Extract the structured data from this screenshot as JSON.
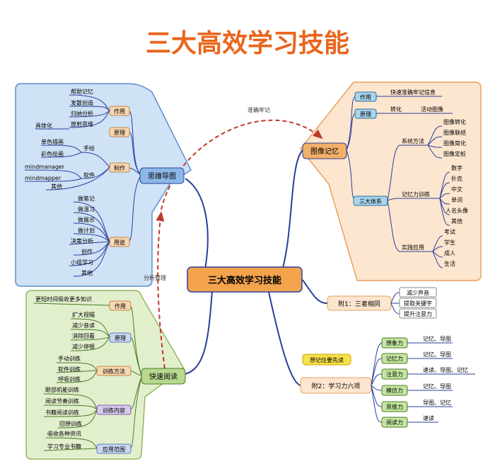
{
  "title": "三大高效学习技能",
  "center": "三大高效学习技能",
  "colors": {
    "title": "#e8661c",
    "center_fill": "#f3a34c",
    "blue_region": "#cfe2f6",
    "blue_border": "#5b8fcf",
    "orange_region": "#fde6cf",
    "orange_border": "#e8a05c",
    "green_region": "#e2efcd",
    "green_border": "#8fb85c",
    "dashed_arrow": "#c0392b",
    "blue_line": "#2b3f9b",
    "green_line": "#4b7b24"
  },
  "mindmap": {
    "label": "思维导图",
    "zuoyong": {
      "tag": "作用",
      "items": [
        "帮助记忆",
        "发散创造",
        "归纳分析",
        "放射思维"
      ]
    },
    "yuanli": {
      "tag": "原理",
      "items": [
        "具体化"
      ]
    },
    "zhizuo": {
      "tag": "制作",
      "shouhui": "手绘",
      "shouhui_items": [
        "单色描画",
        "彩色绘画"
      ],
      "ruanjian": "软件",
      "ruanjian_items": [
        "mindmanager",
        "mindmapper"
      ],
      "other": "其他"
    },
    "yongtu": {
      "tag": "用途",
      "items": [
        "做笔记",
        "做温习",
        "做展示",
        "做计划",
        "决策分析",
        "创作",
        "小组学习",
        "其他"
      ]
    }
  },
  "imagemem": {
    "label": "图像记忆",
    "zuoyong": {
      "tag": "作用",
      "text": "快速准确牢记信息"
    },
    "yuanli": {
      "tag": "原理",
      "a": "转化",
      "b": "活动图像"
    },
    "tixi": {
      "tag": "三大体系",
      "xitong": {
        "label": "系统方法",
        "items": [
          "图像转化",
          "图像联结",
          "图像简化",
          "图像定桩"
        ]
      },
      "xunlian": {
        "label": "记忆力训练",
        "items": [
          "数字",
          "扑克",
          "中文",
          "单词",
          "人名头像",
          "其他"
        ]
      },
      "shijian": {
        "label": "实践应用",
        "items": [
          "考试",
          "学生",
          "成人",
          "生活"
        ]
      }
    }
  },
  "speedread": {
    "label": "快速阅读",
    "zuoyong": {
      "tag": "作用",
      "text": "更短时间吸收更多知识"
    },
    "yuanli": {
      "tag": "原理",
      "items": [
        "扩大视幅",
        "减少音读",
        "消除回看",
        "减少停顿"
      ]
    },
    "fangfa": {
      "tag": "训练方法",
      "items": [
        "手动训练",
        "软件训练",
        "呼吸训练"
      ]
    },
    "neirong": {
      "tag": "训练内容",
      "items": [
        "眼部机能训练",
        "阅读节奏训练",
        "书籍阅读训练",
        "回想训练"
      ]
    },
    "fanchou": {
      "tag": "应用范围",
      "items": [
        "吸收各种资讯",
        "学习专业书籍"
      ]
    }
  },
  "appendix1": {
    "label": "附1：三者相同",
    "items": [
      "减少声音",
      "提取关键字",
      "提升注意力"
    ]
  },
  "appendix2": {
    "label": "附2：学习力六项",
    "note": "想记住要先读",
    "rows": [
      {
        "tag": "想象力",
        "text": "记忆、导图"
      },
      {
        "tag": "记忆力",
        "text": "记忆、导图"
      },
      {
        "tag": "注意力",
        "text": "速读、导图、记忆"
      },
      {
        "tag": "模仿力",
        "text": "记忆、导图"
      },
      {
        "tag": "思维力",
        "text": "导图、记忆"
      },
      {
        "tag": "阅读力",
        "text": "速读"
      }
    ]
  },
  "arrows": {
    "top": "准确牢记",
    "left": "分析整理"
  }
}
